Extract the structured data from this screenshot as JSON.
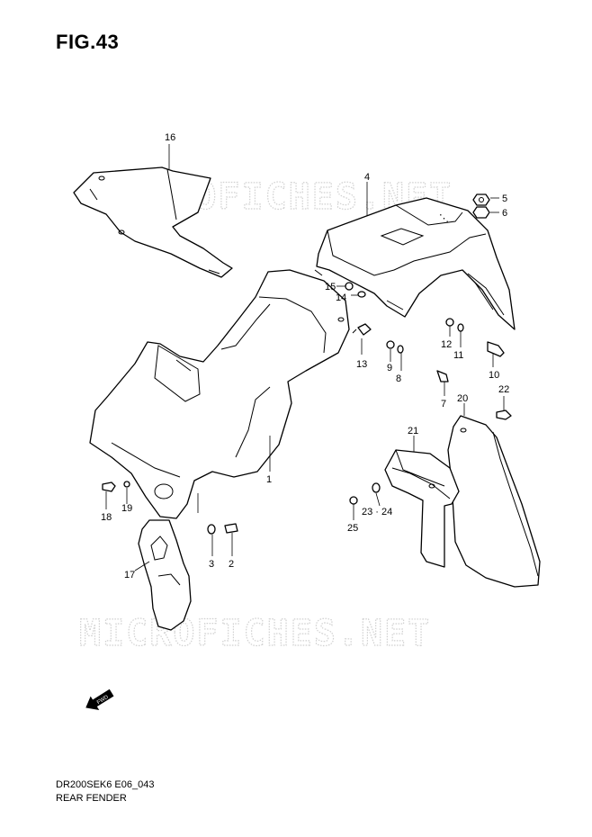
{
  "figure": {
    "title": "FIG.43"
  },
  "watermark": {
    "text": "MICROFICHES.NET"
  },
  "callouts": {
    "c1": "1",
    "c2": "2",
    "c3": "3",
    "c4": "4",
    "c5": "5",
    "c6": "6",
    "c7": "7",
    "c8": "8",
    "c9": "9",
    "c10": "10",
    "c11": "11",
    "c12": "12",
    "c13": "13",
    "c14": "14",
    "c15": "15",
    "c16": "16",
    "c17": "17",
    "c18": "18",
    "c19": "19",
    "c20": "20",
    "c21": "21",
    "c22": "22",
    "c2324": "23 · 24",
    "c25": "25"
  },
  "fwd_label": "FWD",
  "footer": {
    "code": "DR200SEK6 E06_043",
    "name": "REAR FENDER"
  }
}
